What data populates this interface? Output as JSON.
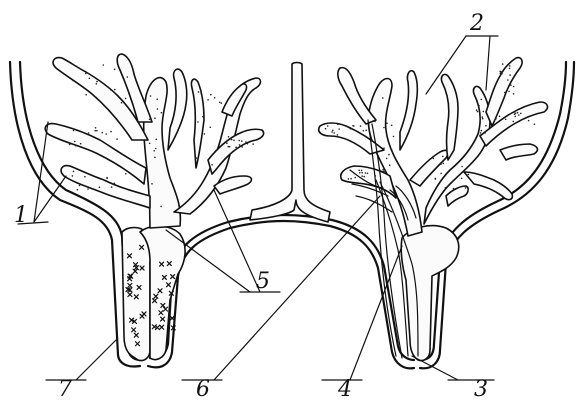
{
  "figure": {
    "labels": [
      {
        "id": "1",
        "text": "1"
      },
      {
        "id": "2",
        "text": "2"
      },
      {
        "id": "3",
        "text": "3"
      },
      {
        "id": "4",
        "text": "4"
      },
      {
        "id": "5",
        "text": "5"
      },
      {
        "id": "6",
        "text": "6"
      },
      {
        "id": "7",
        "text": "7"
      }
    ]
  },
  "colors": {
    "ink": "#111111",
    "background": "#ffffff"
  }
}
